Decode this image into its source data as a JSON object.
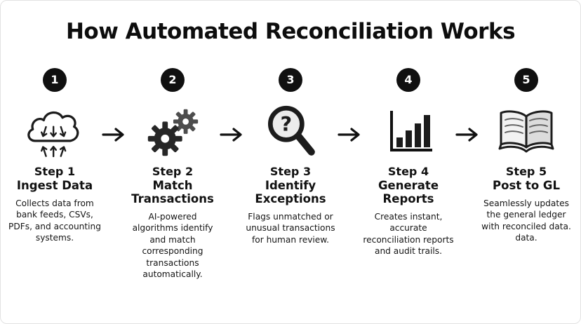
{
  "title": "How Automated Reconciliation Works",
  "colors": {
    "accent": "#101010",
    "background": "#ffffff"
  },
  "steps": [
    {
      "number": "1",
      "step_label": "Step 1",
      "name": "Ingest Data",
      "description": "Collects data from bank feeds, CSVs, PDFs, and accounting systems.",
      "icon": "cloud-ingest-icon"
    },
    {
      "number": "2",
      "step_label": "Step 2",
      "name": "Match Transactions",
      "description": "AI-powered algorithms identify and match corresponding transactions automatically.",
      "icon": "gears-icon"
    },
    {
      "number": "3",
      "step_label": "Step 3",
      "name": "Identify Exceptions",
      "description": "Flags unmatched or unusual transactions for human review.",
      "icon": "magnifier-question-icon"
    },
    {
      "number": "4",
      "step_label": "Step 4",
      "name": "Generate Reports",
      "description": "Creates instant, accurate reconciliation reports and audit trails.",
      "icon": "bar-chart-icon"
    },
    {
      "number": "5",
      "step_label": "Step 5",
      "name": "Post to GL",
      "description": "Seamlessly updates the general ledger with reconciled data. data.",
      "icon": "open-book-icon"
    }
  ]
}
